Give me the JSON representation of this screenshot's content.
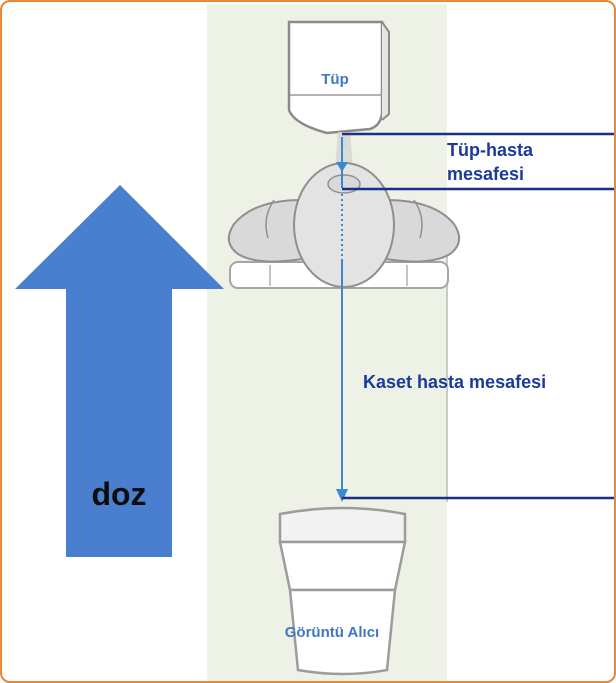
{
  "labels": {
    "tube": "Tüp",
    "tube_patient_line1": "Tüp-hasta",
    "tube_patient_line2": "mesafesi",
    "cassette_patient": "Kaset hasta mesafesi",
    "dose": "doz",
    "receptor": "Görüntü Alıcı"
  },
  "colors": {
    "frame_border": "#e8883a",
    "panel_bg": "#eef1e6",
    "dose_arrow": "#4a7fcf",
    "label_blue": "#1b3a9a",
    "inner_label_blue": "#3f77c2",
    "line_navy": "#1a2f86",
    "measure_line": "#3d88d3"
  }
}
